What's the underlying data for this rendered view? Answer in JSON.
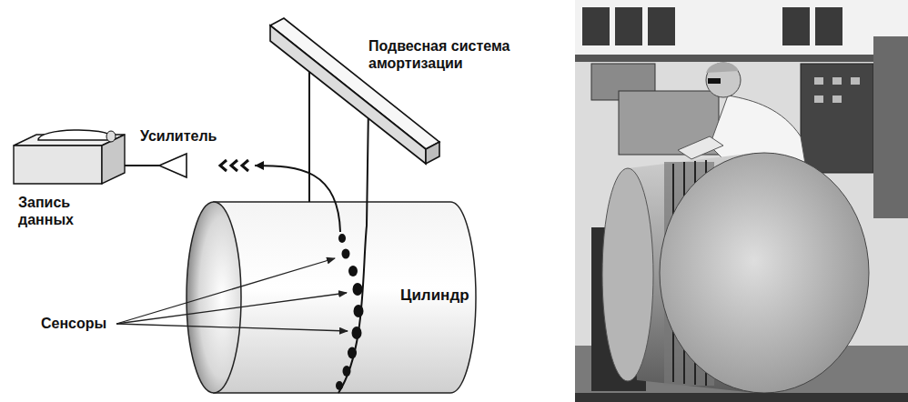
{
  "diagram": {
    "nodes": [
      {
        "text": [
          "Подвесная система амортизации"
        ]
      },
      {
        "text": [
          "Усилитель"
        ]
      },
      {
        "text": [
          "Запись данных"
        ]
      },
      {
        "text": [
          "Цилиндр"
        ]
      }
    ],
    "edges": [
      {
        "from": 3,
        "to": 1,
        "arrow": "to"
      },
      {
        "from": 1,
        "to": 2,
        "arrow": "none"
      },
      {
        "from": 0,
        "to": 3,
        "arrow": "none"
      }
    ],
    "labels": [
      "Сенсоры"
    ]
  }
}
